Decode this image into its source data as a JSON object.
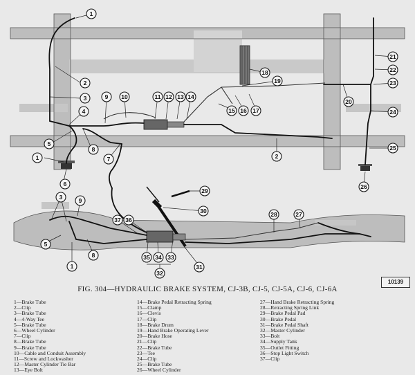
{
  "figure": {
    "caption": "FIG. 304—HYDRAULIC BRAKE SYSTEM, CJ-3B, CJ-5, CJ-5A, CJ-6, CJ-6A",
    "number": "10139"
  },
  "callout_numbers": {
    "c1": "1",
    "c2": "2",
    "c2b": "2",
    "c3": "3",
    "c3b": "3",
    "c4": "4",
    "c5": "5",
    "c5b": "5",
    "c6": "6",
    "c7": "7",
    "c8": "8",
    "c8b": "8",
    "c9": "9",
    "c9b": "9",
    "c10": "10",
    "c11": "11",
    "c12": "12",
    "c13": "13",
    "c14": "14",
    "c15": "15",
    "c16": "16",
    "c17": "17",
    "c18": "18",
    "c19": "19",
    "c20": "20",
    "c21": "21",
    "c22": "22",
    "c23": "23",
    "c24": "24",
    "c25": "25",
    "c26": "26",
    "c27": "27",
    "c28": "28",
    "c29": "29",
    "c30": "30",
    "c31": "31",
    "c32": "32",
    "c33": "33",
    "c34": "34",
    "c35": "35",
    "c36": "36",
    "c37": "37",
    "c1b": "1",
    "c1c": "1"
  },
  "legend": {
    "col1": [
      "1—Brake Tube",
      "2—Clip",
      "3—Brake Tube",
      "4—4-Way Tee",
      "5—Brake Tube",
      "6—Wheel Cylinder",
      "7—Clip",
      "8—Brake Tube",
      "9—Brake Tube",
      "10—Cable and Conduit Assembly",
      "11—Screw and Lockwasher",
      "12—Master Cylinder Tie Bar",
      "13—Eye Bolt"
    ],
    "col2": [
      "14—Brake Pedal Retracting Spring",
      "15—Clamp",
      "16—Clevis",
      "17—Clip",
      "18—Brake Drum",
      "19—Hand Brake Operating Lever",
      "20—Brake Hose",
      "21—Clip",
      "22—Brake Tube",
      "23—Tee",
      "24—Clip",
      "25—Brake Tube",
      "26—Wheel Cylinder"
    ],
    "col3": [
      "27—Hand Brake Retracting Spring",
      "28—Retracting Spring Link",
      "29—Brake Pedal Pad",
      "30—Brake Pedal",
      "31—Brake Pedal Shaft",
      "32—Master Cylinder",
      "33—Bolt",
      "34—Supply Tank",
      "35—Outlet Fitting",
      "36—Stop Light Switch",
      "37—Clip"
    ]
  }
}
